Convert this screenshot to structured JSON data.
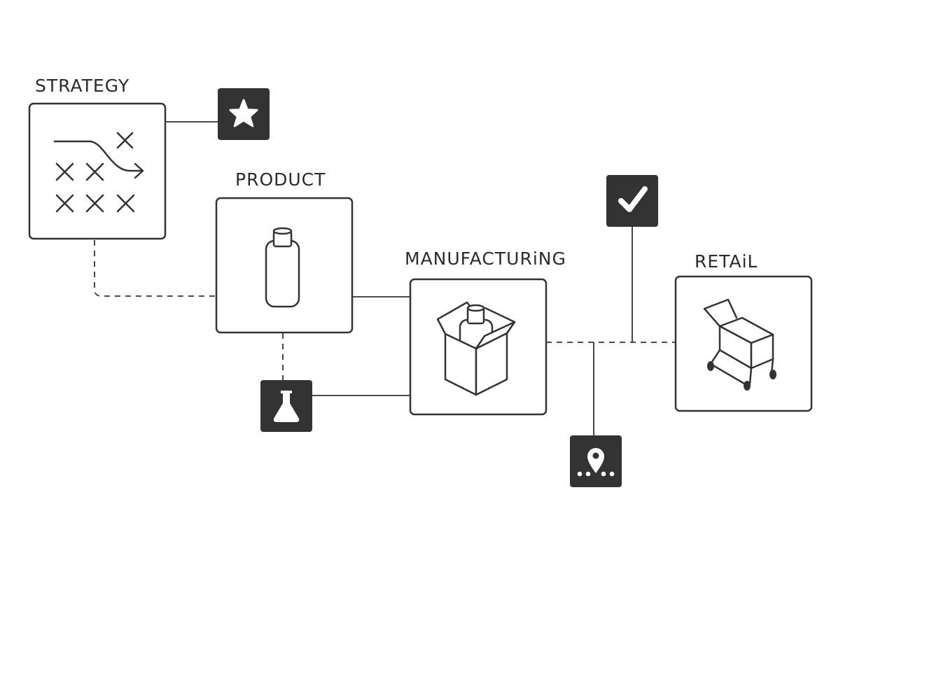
{
  "diagram": {
    "stages": [
      {
        "id": "strategy",
        "label": "STRATEGY",
        "icon": "strategy-play-icon"
      },
      {
        "id": "product",
        "label": "PRODUCT",
        "icon": "bottle-icon"
      },
      {
        "id": "manufacturing",
        "label": "MANUFACTURiNG",
        "icon": "box-with-bottle-icon"
      },
      {
        "id": "retail",
        "label": "RETAiL",
        "icon": "shopping-cart-icon"
      }
    ],
    "badges": [
      {
        "id": "star",
        "icon": "star-icon"
      },
      {
        "id": "flask",
        "icon": "flask-icon"
      },
      {
        "id": "check",
        "icon": "checkmark-icon"
      },
      {
        "id": "location",
        "icon": "map-pin-icon"
      }
    ],
    "colors": {
      "ink": "#333333",
      "background": "#ffffff"
    }
  }
}
